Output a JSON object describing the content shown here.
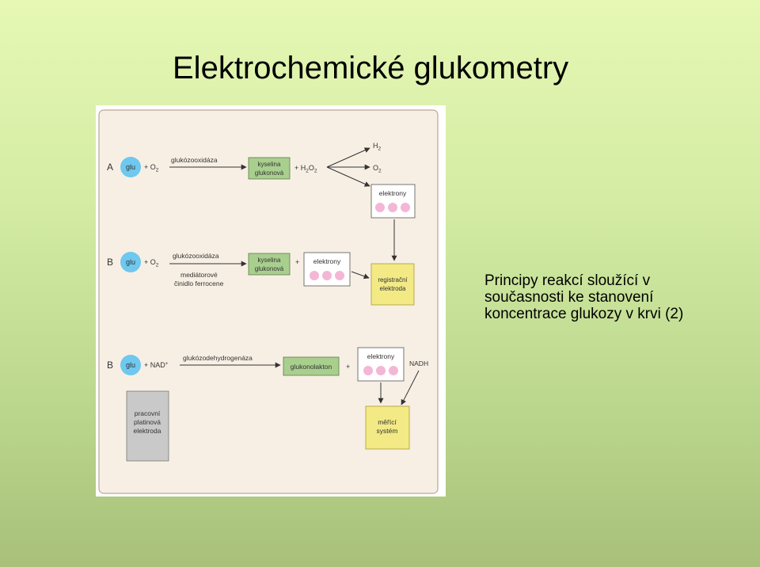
{
  "slide": {
    "title": "Elektrochemické glukometry",
    "caption_lines": [
      "Principy reakcí sloužící v",
      "současnosti ke stanovení",
      "koncentrace glukozy v krvi (2)"
    ]
  },
  "diagram": {
    "panel_a": {
      "letter": "A",
      "substrate": "glu",
      "cosubstrate_plus": "+ O",
      "cosubstrate_sub": "2",
      "enzyme": "glukózooxidáza",
      "product_line1": "kyselina",
      "product_line2": "glukonová",
      "byproduct_plus": "+ H",
      "byproduct_sub1": "2",
      "byproduct_mid": "O",
      "byproduct_sub2": "2",
      "out_h": "H",
      "out_h_sub": "2",
      "out_o": "O",
      "out_o_sub": "2",
      "electrons": "elektrony"
    },
    "panel_b1": {
      "letter": "B",
      "substrate": "glu",
      "cosubstrate_plus": "+ O",
      "cosubstrate_sub": "2",
      "enzyme": "glukózooxidáza",
      "mediator_line1": "mediátorové",
      "mediator_line2": "činidlo ferrocene",
      "product_line1": "kyselina",
      "product_line2": "glukonová",
      "plus": "+",
      "electrons": "elektrony",
      "electrode_line1": "registrační",
      "electrode_line2": "elektroda"
    },
    "panel_b2": {
      "letter": "B",
      "substrate": "glu",
      "cosubstrate_plus": "+ NAD",
      "cosubstrate_sup": "+",
      "enzyme": "glukózodehydrogenáza",
      "product": "glukonolakton",
      "plus": "+",
      "electrons": "elektrony",
      "nadh": "NADH",
      "working_line1": "pracovní",
      "working_line2": "platinová",
      "working_line3": "elektroda",
      "meter_line1": "měřící",
      "meter_line2": "systém"
    },
    "colors": {
      "panel_bg": "#f7efe4",
      "glu_circle": "#6ec8ef",
      "product_box": "#a9cf8e",
      "electron_dot": "#f3b7d6",
      "electrode_box": "#f3ea86",
      "working_box": "#c9c9c9",
      "arrow": "#333333"
    }
  }
}
